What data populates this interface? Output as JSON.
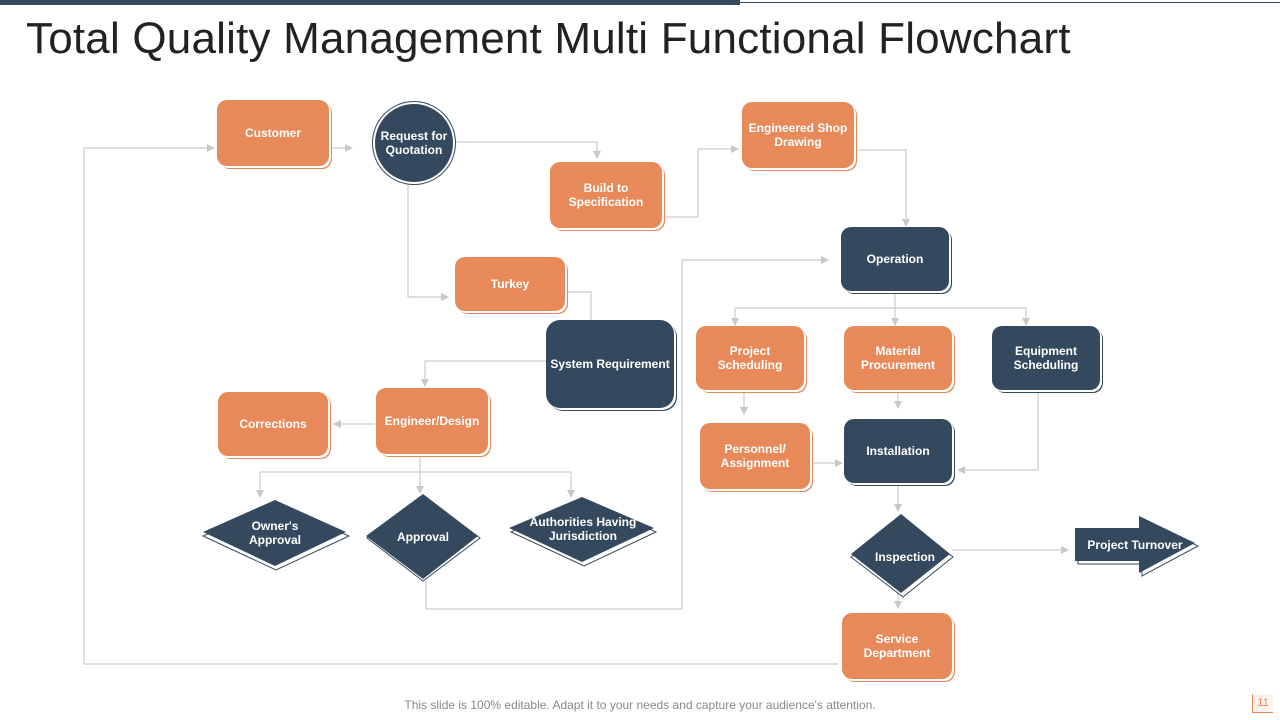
{
  "title": "Total Quality Management Multi Functional Flowchart",
  "colors": {
    "orange": "#e8895a",
    "navy": "#34495e",
    "connector": "#cccccc"
  },
  "nodes": {
    "customer": "Customer",
    "request": "Request for Quotation",
    "build": "Build to Specification",
    "engineered": "Engineered Shop Drawing",
    "turkey": "Turkey",
    "system": "System Requirement",
    "operation": "Operation",
    "engineer": "Engineer/Design",
    "corrections": "Corrections",
    "project_scheduling": "Project Scheduling",
    "material": "Material Procurement",
    "equipment": "Equipment Scheduling",
    "personnel": "Personnel/ Assignment",
    "installation": "Installation",
    "owners": "Owner's Approval",
    "approval": "Approval",
    "authorities": "Authorities Having Jurisdiction",
    "inspection": "Inspection",
    "turnover": "Project Turnover",
    "service": "Service Department"
  },
  "footer": "This slide is 100% editable. Adapt it to your needs and capture your audience's attention.",
  "page_number": "11"
}
